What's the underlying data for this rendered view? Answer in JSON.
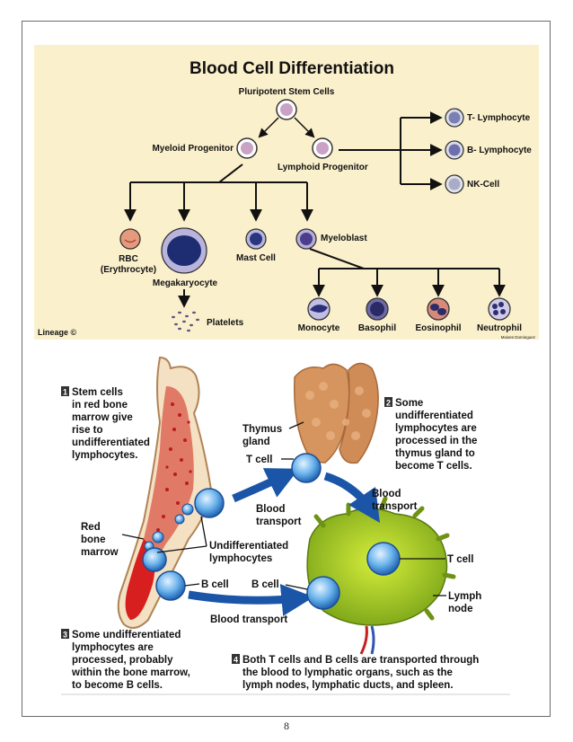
{
  "differentiation": {
    "title": "Blood Cell Differentiation",
    "stem": "Pluripotent Stem Cells",
    "myeloid": "Myeloid Progenitor",
    "lymphoid": "Lymphoid Progenitor",
    "t_lymph": "T- Lymphocyte",
    "b_lymph": "B- Lymphocyte",
    "nk": "NK-Cell",
    "rbc_1": "RBC",
    "rbc_2": "(Erythrocyte)",
    "megakaryocyte": "Megakaryocyte",
    "mast": "Mast Cell",
    "myeloblast": "Myeloblast",
    "platelets": "Platelets",
    "monocyte": "Monocyte",
    "basophil": "Basophil",
    "eosinophil": "Eosinophil",
    "neutrophil": "Neutrophil",
    "lineage": "Lineage ©",
    "credit": "Moises Dominguez"
  },
  "lymph_diagram": {
    "step1_num": "1",
    "step1": [
      "Stem cells",
      "in red bone",
      "marrow give",
      "rise to",
      "undifferentiated",
      "lymphocytes."
    ],
    "step2_num": "2",
    "step2": [
      "Some",
      "undifferentiated",
      "lymphocytes are",
      "processed in the",
      "thymus gland to",
      "become T cells."
    ],
    "step3_num": "3",
    "step3": [
      "Some undifferentiated",
      "lymphocytes are",
      "processed, probably",
      "within the bone marrow,",
      "to become B cells."
    ],
    "step4_num": "4",
    "step4": [
      "Both T cells and B cells are transported through",
      "the blood to lymphatic organs, such as the",
      "lymph nodes, lymphatic ducts, and spleen."
    ],
    "thymus": [
      "Thymus",
      "gland"
    ],
    "t_cell_top": "T cell",
    "blood_transport_a": [
      "Blood",
      "transport"
    ],
    "blood_transport_b": [
      "Blood",
      "transport"
    ],
    "red_marrow": [
      "Red",
      "bone",
      "marrow"
    ],
    "undiff": [
      "Undifferentiated",
      "lymphocytes"
    ],
    "b_cell_left": "B cell",
    "b_cell_right": "B cell",
    "t_cell_right": "T cell",
    "lymph_node": [
      "Lymph",
      "node"
    ],
    "blood_transport_bottom": "Blood transport"
  },
  "page": {
    "number": "8"
  }
}
